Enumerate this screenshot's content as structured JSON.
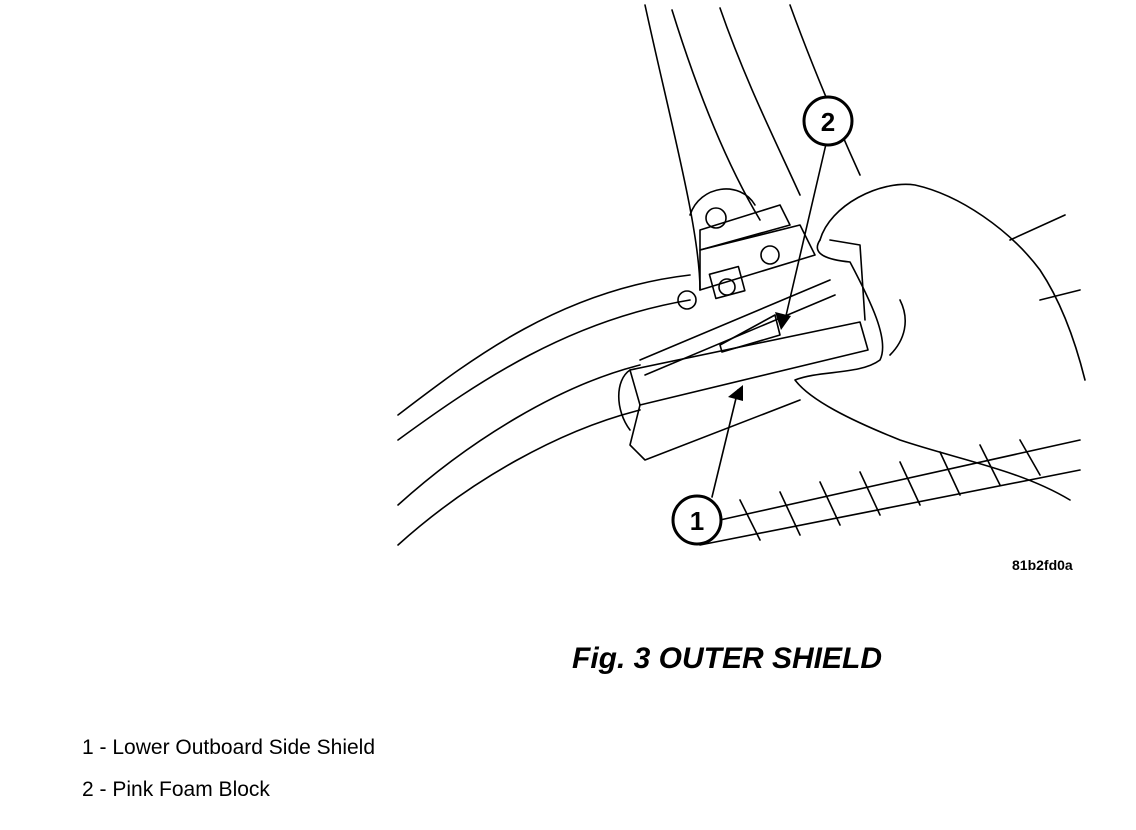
{
  "figure": {
    "image_code": "81b2fd0a",
    "caption": "Fig. 3 OUTER SHIELD",
    "callouts": [
      "1",
      "2"
    ]
  },
  "legend": [
    {
      "number": "1",
      "label": "Lower Outboard Side Shield"
    },
    {
      "number": "2",
      "label": "Pink Foam Block"
    }
  ]
}
